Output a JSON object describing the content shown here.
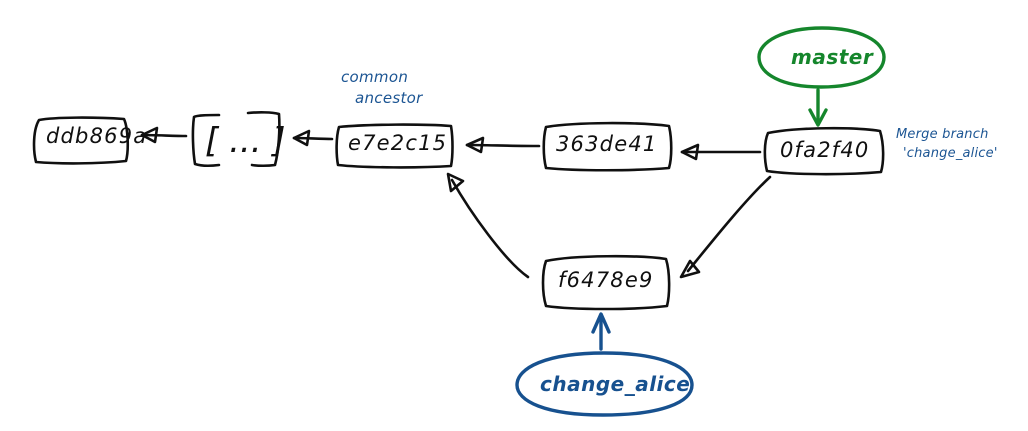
{
  "diagram": {
    "title": "git merge commit history",
    "background_color": "#ffffff",
    "ink_color": "#101010",
    "accent_green": "#15862c",
    "accent_blue": "#17518f",
    "note_blue": "#1c5593"
  },
  "commits": [
    {
      "id": "ddb869a",
      "label": "ddb869a"
    },
    {
      "id": "ellipsis",
      "label": "[ ... ]"
    },
    {
      "id": "e7e2c15",
      "label": "e7e2c15"
    },
    {
      "id": "363de41",
      "label": "363de41"
    },
    {
      "id": "0fa2f40",
      "label": "0fa2f40"
    },
    {
      "id": "f6478e9",
      "label": "f6478e9"
    }
  ],
  "branches": [
    {
      "name": "master",
      "label": "master",
      "color": "#15862c",
      "points_to": "0fa2f40"
    },
    {
      "name": "change_alice",
      "label": "change_alice",
      "color": "#17518f",
      "points_to": "f6478e9"
    }
  ],
  "annotations": {
    "common_ancestor": {
      "line1": "common",
      "line2": "ancestor",
      "target": "e7e2c15"
    },
    "merge_message": {
      "line1": "Merge branch",
      "line2": "'change_alice'",
      "target": "0fa2f40"
    }
  },
  "edges": [
    {
      "from": "ellipsis",
      "to": "ddb869a"
    },
    {
      "from": "e7e2c15",
      "to": "ellipsis"
    },
    {
      "from": "363de41",
      "to": "e7e2c15"
    },
    {
      "from": "0fa2f40",
      "to": "363de41"
    },
    {
      "from": "f6478e9",
      "to": "e7e2c15"
    },
    {
      "from": "0fa2f40",
      "to": "f6478e9"
    }
  ]
}
